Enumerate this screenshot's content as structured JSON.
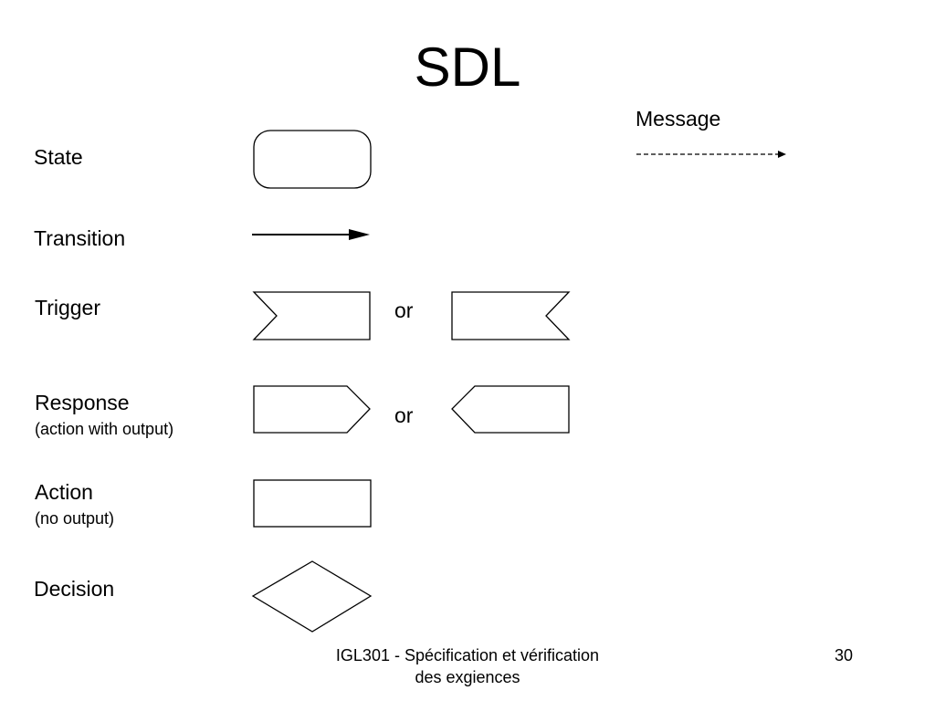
{
  "slide": {
    "title": "SDL",
    "footer": "IGL301 - Spécification et vérification des exgiences",
    "page_number": "30"
  },
  "symbols": {
    "message": {
      "label": "Message"
    },
    "state": {
      "label": "State"
    },
    "transition": {
      "label": "Transition"
    },
    "trigger": {
      "label": "Trigger",
      "alternative": "or"
    },
    "response": {
      "label": "Response",
      "sublabel": "(action with output)",
      "alternative": "or"
    },
    "action": {
      "label": "Action",
      "sublabel": "(no output)"
    },
    "decision": {
      "label": "Decision"
    }
  }
}
